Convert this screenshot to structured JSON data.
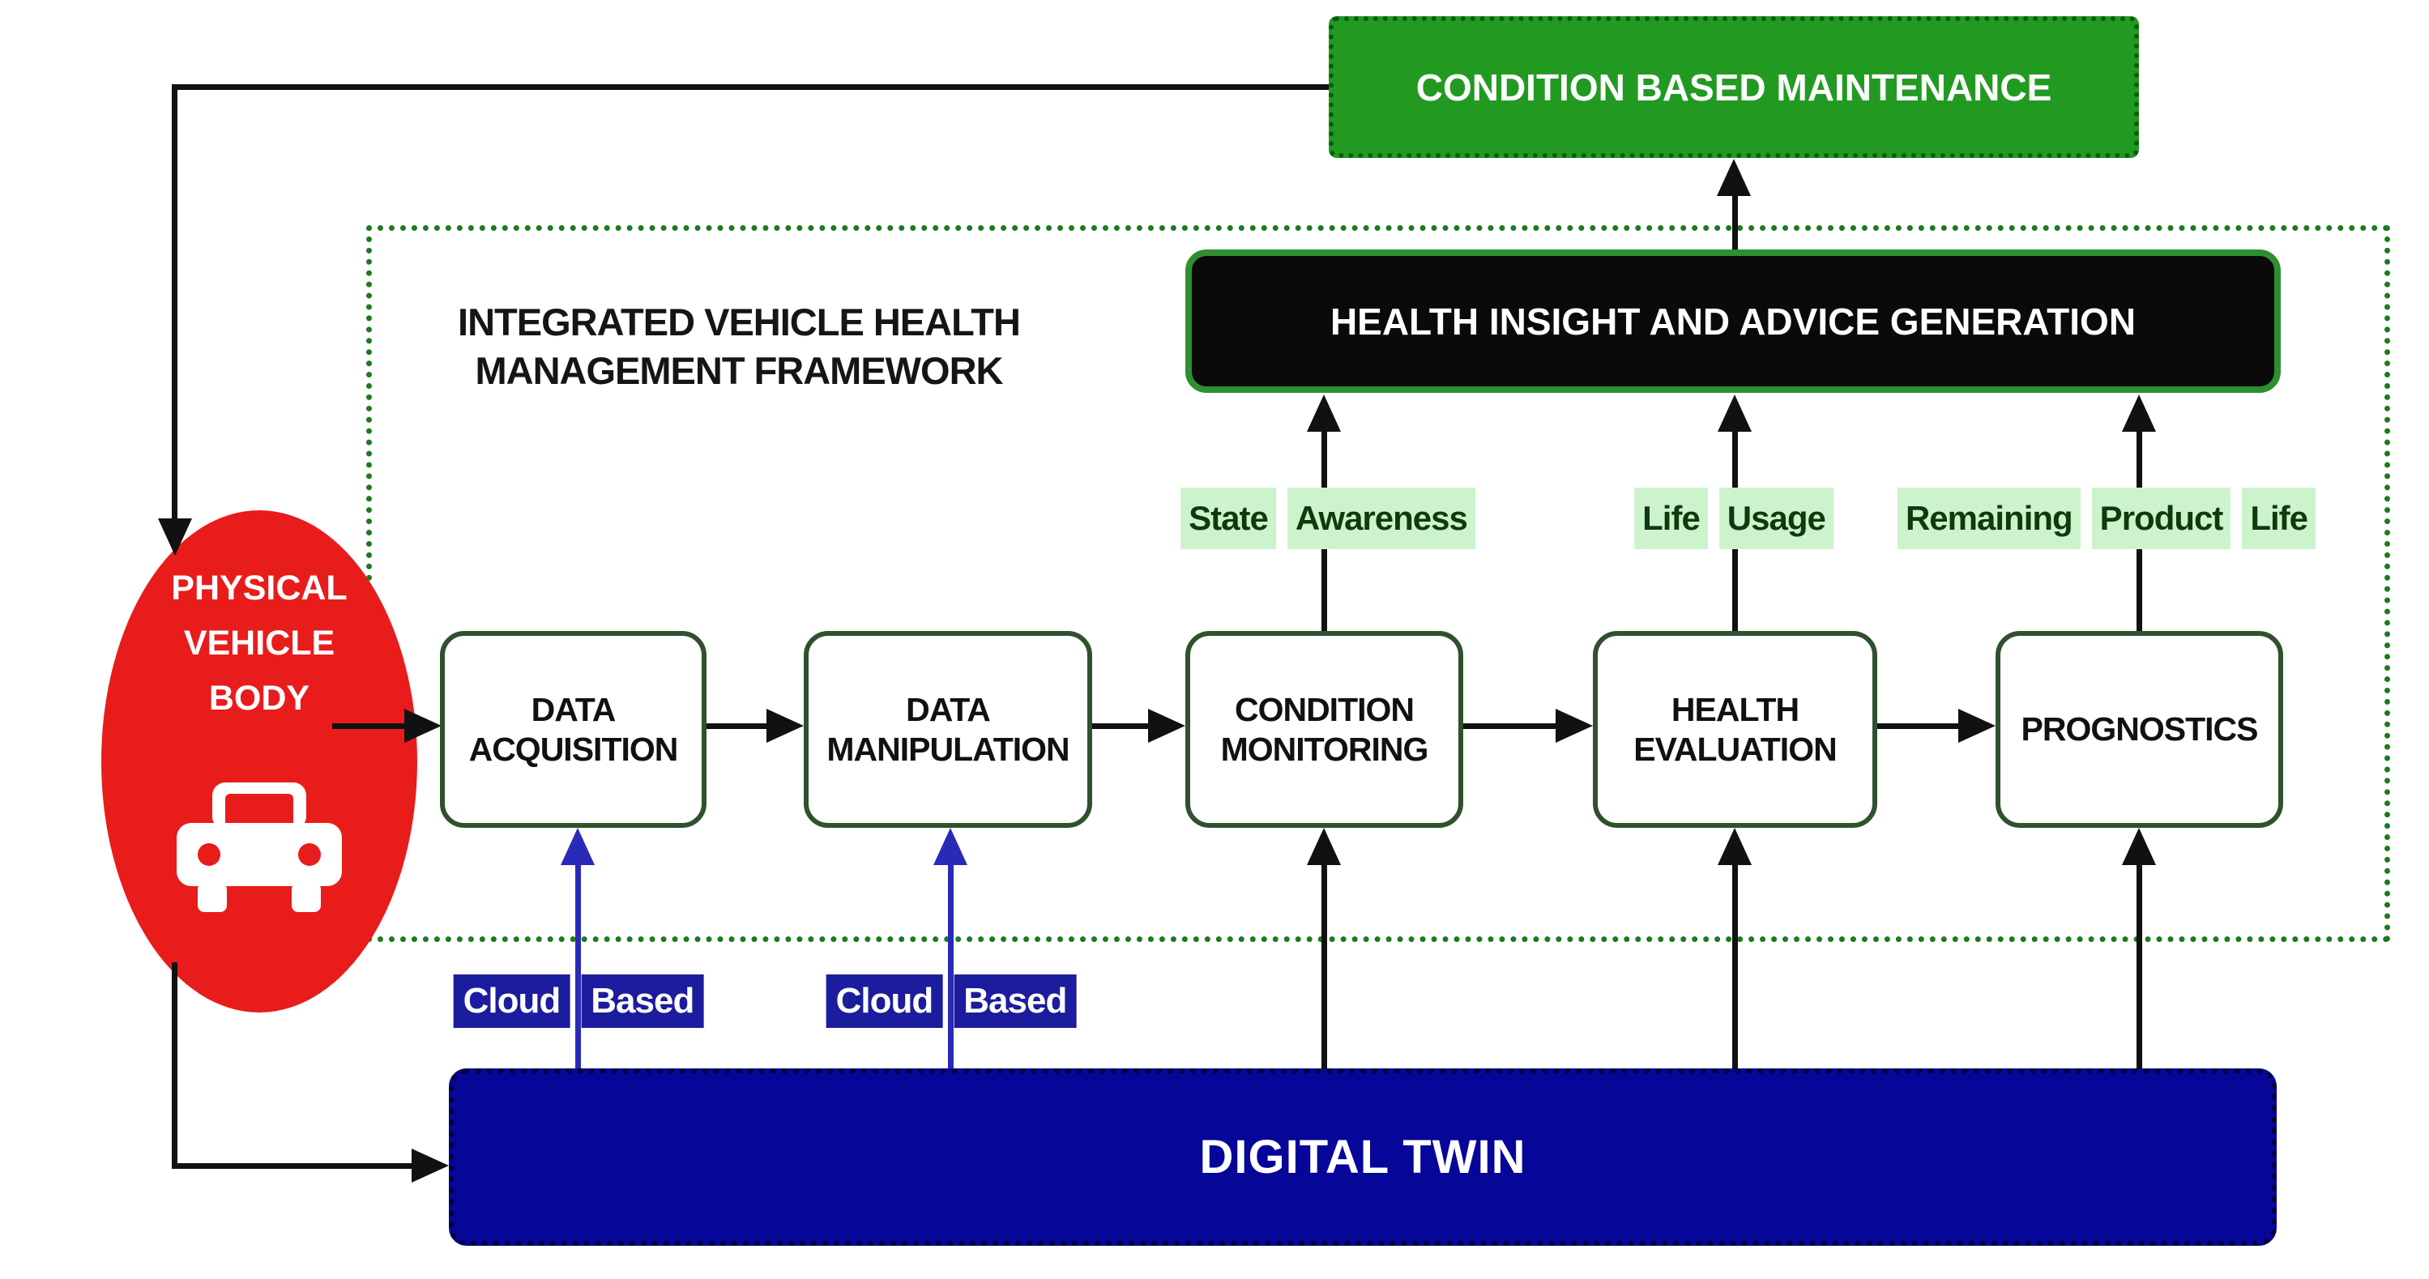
{
  "diagram": {
    "cbm_label": "CONDITION BASED MAINTENANCE",
    "hiag_label": "HEALTH INSIGHT AND ADVICE GENERATION",
    "framework": {
      "line1": "INTEGRATED VEHICLE HEALTH",
      "line2": "MANAGEMENT FRAMEWORK"
    },
    "physical_vehicle": {
      "line1": "PHYSICAL",
      "line2": "VEHICLE",
      "line3": "BODY"
    },
    "stages": [
      {
        "label": "DATA ACQUISITION"
      },
      {
        "label": "DATA MANIPULATION"
      },
      {
        "label": "CONDITION MONITORING"
      },
      {
        "label": "HEALTH EVALUATION"
      },
      {
        "label": "PROGNOSTICS"
      }
    ],
    "outputs": [
      {
        "words": [
          "State",
          "Awareness"
        ]
      },
      {
        "words": [
          "Life",
          "Usage"
        ]
      },
      {
        "words": [
          "Remaining",
          "Product",
          "Life"
        ]
      }
    ],
    "cloud_labels": [
      {
        "words": [
          "Cloud",
          "Based"
        ]
      },
      {
        "words": [
          "Cloud",
          "Based"
        ]
      }
    ],
    "digital_twin_label": "DIGITAL TWIN",
    "colors": {
      "cbm_green": "#229a22",
      "hiag_black": "#0a0a0a",
      "hiag_border_green": "#2f8f2f",
      "framework_border_green": "#1d7a1d",
      "stage_border_green": "#30502e",
      "ellipse_red": "#e91c1c",
      "digital_twin_navy": "#060699",
      "cloud_label_navy": "#1c1c9e",
      "output_band_green": "#cdf3cd",
      "output_text_green": "#0e3b0e",
      "blue_arrow": "#2a2ab8",
      "black_arrow": "#111111"
    }
  }
}
